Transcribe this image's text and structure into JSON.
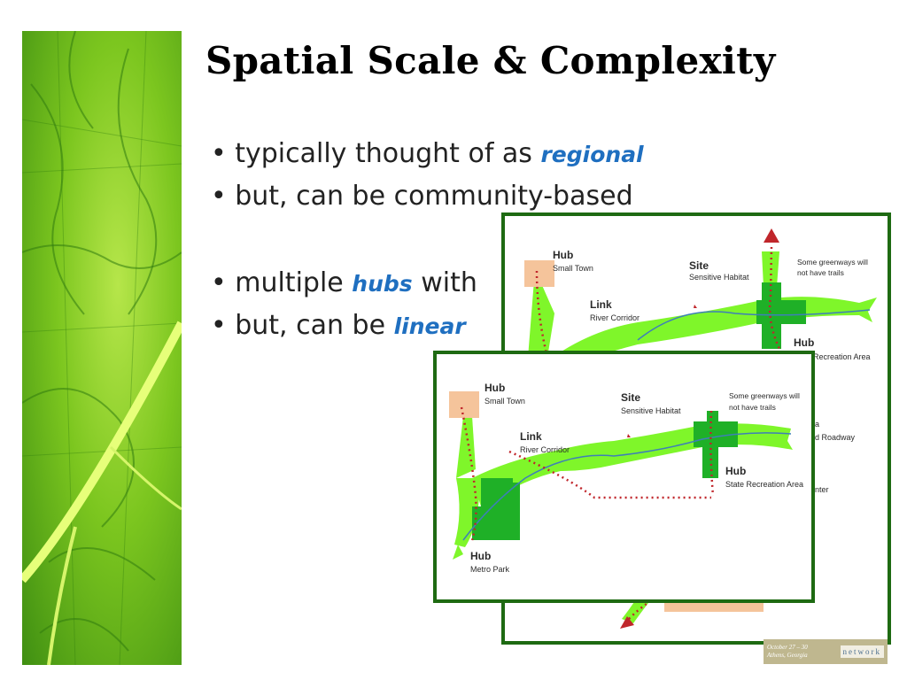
{
  "slide": {
    "title": "Spatial Scale & Complexity",
    "bullets": [
      {
        "text": "• typically thought of as ",
        "highlight": "regional",
        "after": ""
      },
      {
        "text": "• but, can be community-based",
        "highlight": "",
        "after": ""
      },
      {
        "text": "• multiple ",
        "highlight": "hubs",
        "after": " with"
      },
      {
        "text": "• but, can be ",
        "highlight": "linear",
        "after": ""
      }
    ],
    "accent_color": "#1f6fc0"
  },
  "map_back": {
    "hub_top": {
      "title": "Hub",
      "sub": "Small Town"
    },
    "link": {
      "title": "Link",
      "sub": "River Corridor"
    },
    "site": {
      "title": "Site",
      "sub": "Sensitive Habitat"
    },
    "note": [
      "Some greenways will",
      "not have trails"
    ],
    "hub_right": {
      "title": "Hub",
      "sub": "Recreation Area"
    },
    "partial": [
      "a",
      "d Roadway",
      "nter"
    ]
  },
  "map_front": {
    "hub_top": {
      "title": "Hub",
      "sub": "Small Town"
    },
    "link": {
      "title": "Link",
      "sub": "River Corridor"
    },
    "site": {
      "title": "Site",
      "sub": "Sensitive Habitat"
    },
    "note": [
      "Some greenways will",
      "not have trails"
    ],
    "hub_right": {
      "title": "Hub",
      "sub": "State Recreation Area"
    },
    "hub_bottom": {
      "title": "Hub",
      "sub": "Metro Park"
    }
  },
  "logo": {
    "dates": [
      "October 27 – 30",
      "Athens, Georgia"
    ],
    "network": "network"
  },
  "colors": {
    "frame_green": "#1e6a12",
    "corridor_light": "#7ff62a",
    "hub_dark": "#1fb027",
    "town_tan": "#f5c49b",
    "trail_red": "#c0262b"
  }
}
